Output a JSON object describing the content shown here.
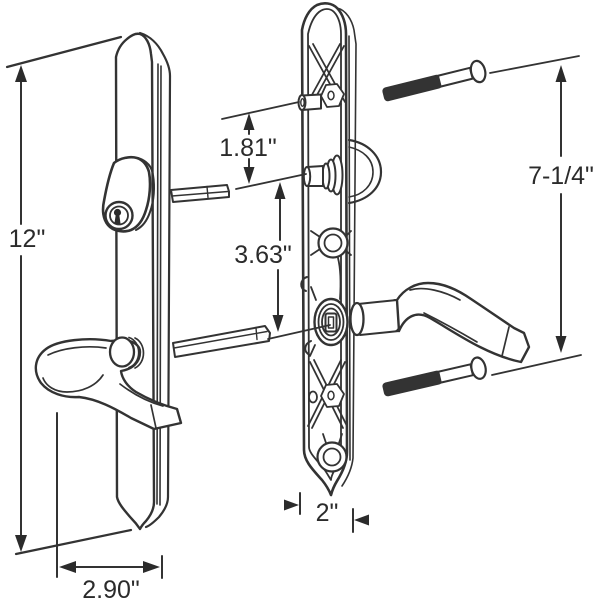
{
  "diagram": {
    "background": "#ffffff",
    "line_color": "#333333",
    "labels": {
      "plate_height": "12\"",
      "handle_width": "2.90\"",
      "post_to_thumbturn": "1.81\"",
      "thumbturn_to_spindle": "3.63\"",
      "screw_spacing": "7-1/4\"",
      "plate_width": "2\""
    }
  }
}
